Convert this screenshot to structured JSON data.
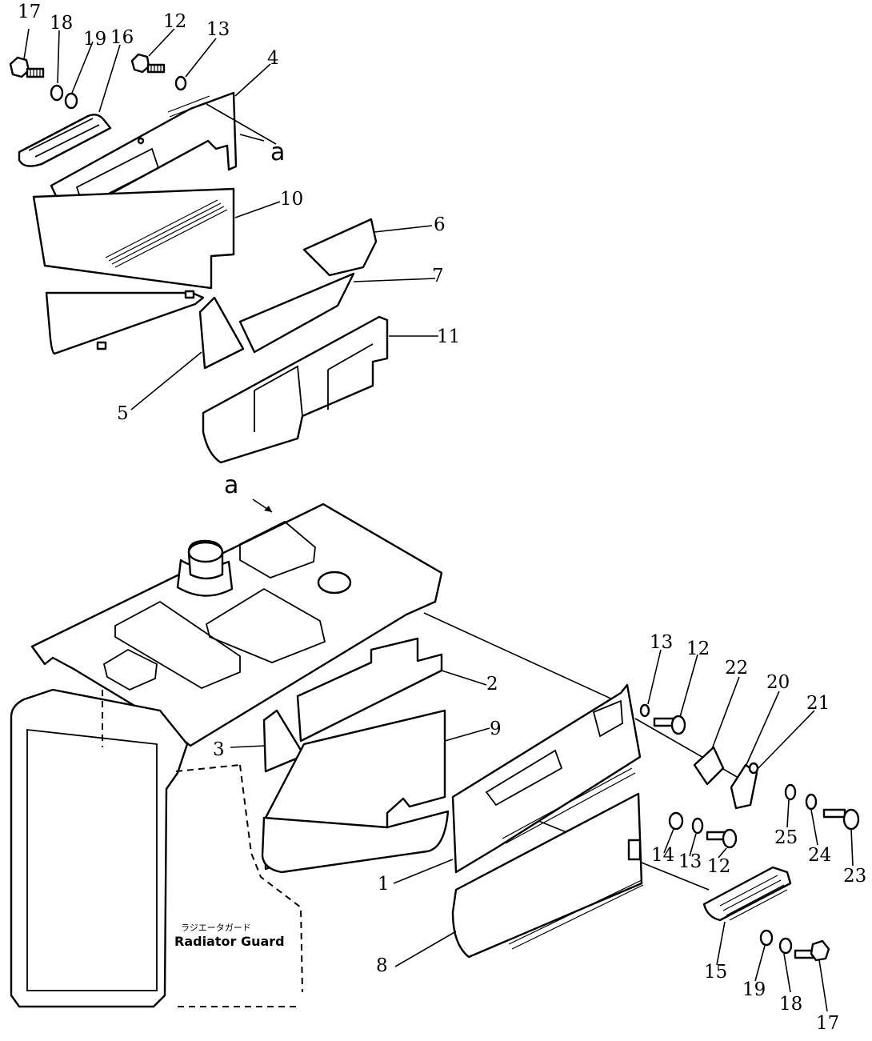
{
  "diagram": {
    "caption_jp": "ラジエータガード",
    "caption_en": "Radiator Guard",
    "view_ref": "a",
    "labels": {
      "l17a": "17",
      "l18a": "18",
      "l19a": "19",
      "l16": "16",
      "l12a": "12",
      "l13a": "13",
      "l4": "4",
      "l10": "10",
      "l6": "6",
      "l7": "7",
      "l11": "11",
      "l5": "5",
      "l13b": "13",
      "l12b": "12",
      "l22": "22",
      "l20": "20",
      "l21": "21",
      "l2": "2",
      "l3": "3",
      "l9": "9",
      "l25": "25",
      "l24": "24",
      "l23": "23",
      "l14": "14",
      "l13c": "13",
      "l12c": "12",
      "l1": "1",
      "l8": "8",
      "l15": "15",
      "l19b": "19",
      "l18b": "18",
      "l17b": "17"
    }
  }
}
